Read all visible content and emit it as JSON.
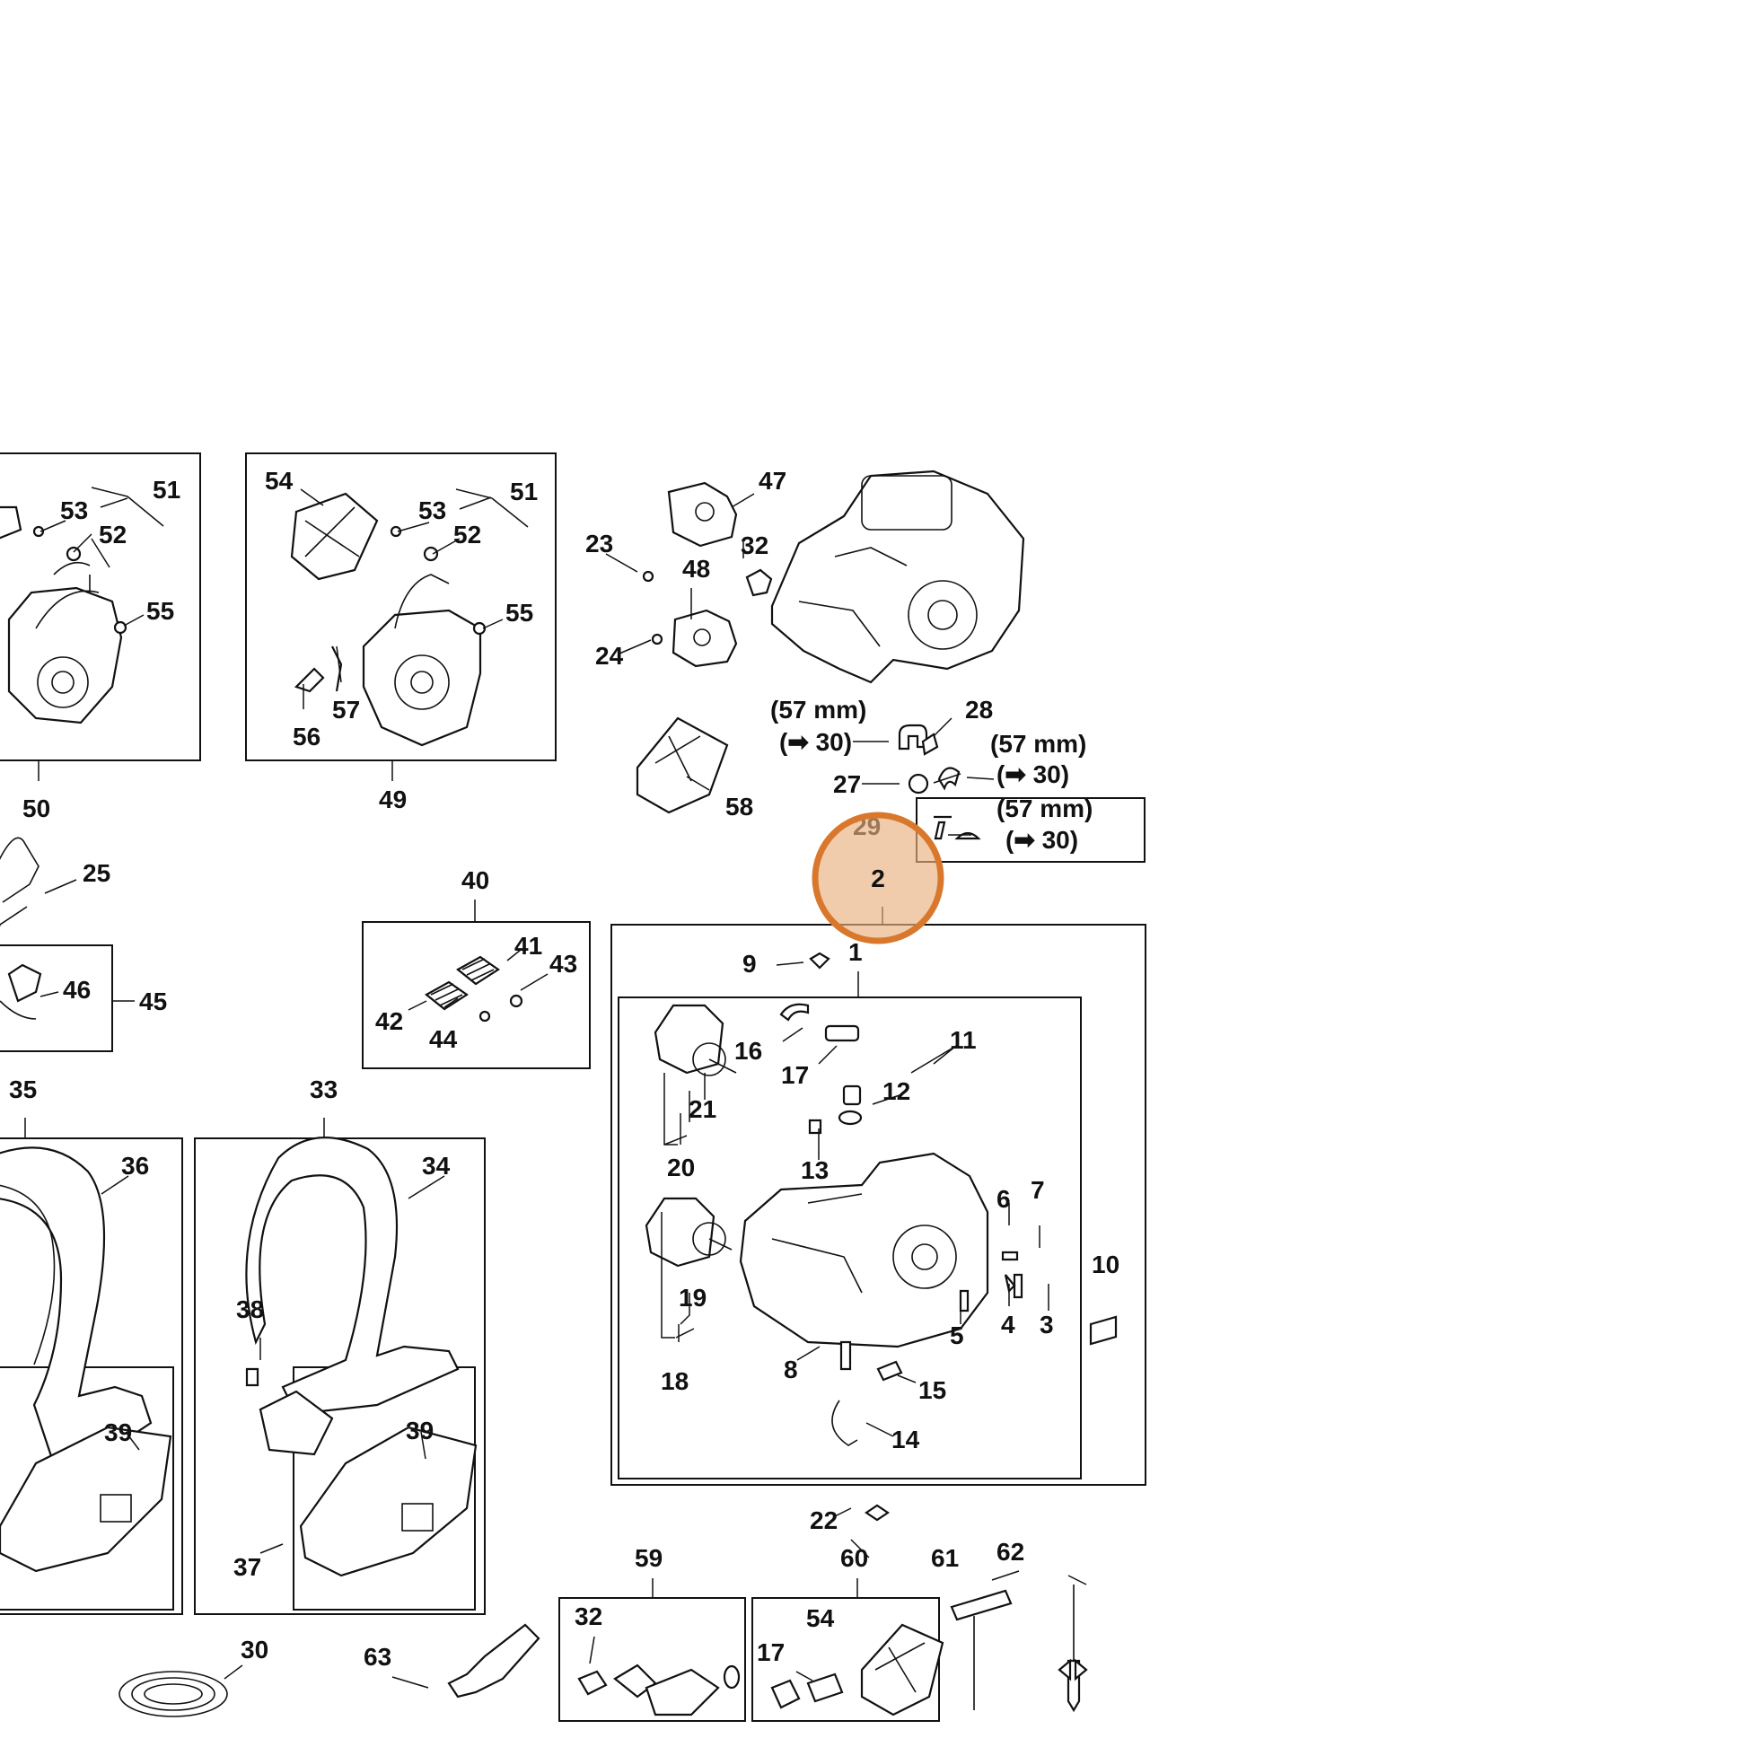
{
  "callouts": {
    "n1": "1",
    "n2": "2",
    "n3": "3",
    "n4": "4",
    "n5": "5",
    "n6": "6",
    "n7": "7",
    "n8": "8",
    "n9": "9",
    "n10": "10",
    "n11": "11",
    "n12": "12",
    "n13": "13",
    "n14": "14",
    "n15": "15",
    "n16": "16",
    "n17": "17",
    "n18": "18",
    "n19": "19",
    "n20": "20",
    "n21": "21",
    "n22": "22",
    "n23": "23",
    "n24": "24",
    "n25": "25",
    "n27": "27",
    "n28": "28",
    "n29": "29",
    "n30": "30",
    "n32": "32",
    "n33": "33",
    "n34": "34",
    "n35": "35",
    "n36": "36",
    "n37": "37",
    "n38": "38",
    "n39": "39",
    "n40": "40",
    "n41": "41",
    "n42": "42",
    "n43": "43",
    "n44": "44",
    "n45": "45",
    "n46": "46",
    "n47": "47",
    "n48": "48",
    "n49": "49",
    "n50": "50",
    "n51": "51",
    "n52": "52",
    "n53": "53",
    "n54": "54",
    "n55": "55",
    "n56": "56",
    "n57": "57",
    "n58": "58",
    "n59": "59",
    "n60": "60",
    "n61": "61",
    "n62": "62",
    "n63": "63"
  },
  "notes": {
    "len_57": "(57 mm)",
    "ref_30": "(➡ 30)"
  },
  "highlight": {
    "label": "2",
    "color": "#d9782c"
  },
  "icons": [
    "arrow-right-icon"
  ]
}
